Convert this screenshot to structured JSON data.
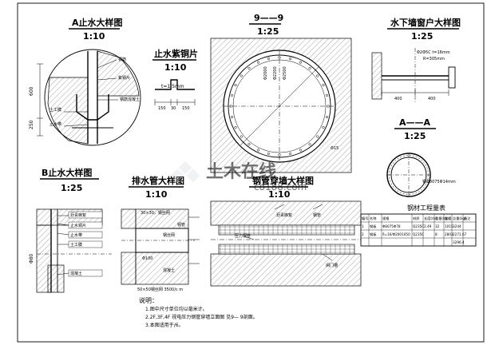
{
  "titles": {
    "a_waterstop": "A止水大样图",
    "a_scale": "1:10",
    "copper": "止水紫铜片",
    "copper_scale": "1:10",
    "section_99": "9——9",
    "section_99_scale": "1:25",
    "window": "水下墙窗户大样图",
    "window_scale": "1:25",
    "section_aa": "A——A",
    "section_aa_scale": "1:25",
    "b_waterstop": "B止水大样图",
    "b_scale": "1:25",
    "drain": "排水管大样图",
    "drain_scale": "1:10",
    "steelpipe": "钢管穿墙大样图",
    "steelpipe_scale": "1:10"
  },
  "dims": {
    "a_600": "600",
    "a_250": "250",
    "copper_t": "t=1.5mm",
    "copper_150a": "150",
    "copper_30": "30",
    "copper_150b": "150",
    "circle_dims": [
      "Φ2000",
      "Φ2200",
      "Φ2500"
    ],
    "circle_right": "Φ15",
    "window_rebar": "Φ2Φ5C t=16mm",
    "window_r": "R=305mm",
    "window_400a": "400",
    "window_400b": "400",
    "aa_pipe": "钢Φ8075Φ14mm",
    "b_dim": "Φ80",
    "drain_dim_top": "30×30，钢丝网",
    "drain_dim_bot": "50×50钢丝网 3500/c m",
    "drain_phi": "Φ100"
  },
  "labels": {
    "a_items": [
      "钢筋",
      "紫铜片",
      "钢筋混凝土",
      "土工膜",
      "止水带"
    ],
    "b_items": [
      "沥青麻絮",
      "止水铜片",
      "止水带",
      "土工膜",
      "混凝土"
    ],
    "drain_items": [
      "铜管",
      "钢丝网",
      "混凝土"
    ],
    "pipe_items": [
      "压力钢管",
      "沥青麻絮",
      "钢管",
      "闸门槽"
    ]
  },
  "table": {
    "title": "钢材工程量表",
    "headers": [
      "编号",
      "名称",
      "规格",
      "材质",
      "长度(m)",
      "重量(kg)",
      "数量",
      "总重(kg)",
      "备注"
    ],
    "rows": [
      [
        "1",
        "钢板",
        "Φ8075Φ78",
        "Q235C",
        "2.49",
        "32",
        "1015",
        "3244"
      ],
      [
        "2",
        "钢板",
        "δ=16/Φ2001050",
        "Q235C",
        "",
        "8",
        "2803",
        "2271.67"
      ]
    ],
    "total": "3296.4"
  },
  "notes": {
    "heading": "说明：",
    "items": [
      "1.图中尺寸单位均以毫米计。",
      "2.2F,3F,4F 视电压力钢管穿墙立面图 见9—  9剖面。",
      "3.本图适用于/6。"
    ]
  },
  "watermark": {
    "brand": "土木在线",
    "url": "co188.com"
  }
}
